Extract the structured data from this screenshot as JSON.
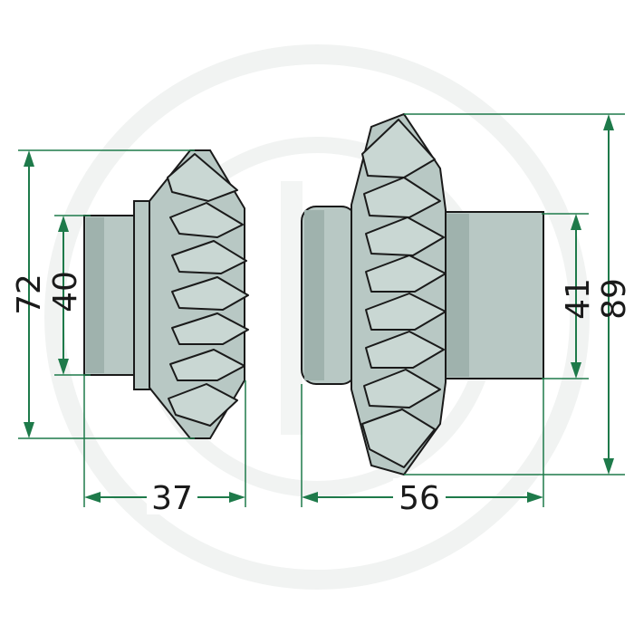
{
  "colors": {
    "dimension_line": "#1e7a4a",
    "gear_fill": "#c9d7d3",
    "gear_shadow": "#9fb2ad",
    "outline": "#1a1a1a",
    "watermark": "#f1f3f2"
  },
  "gears": [
    {
      "id": "small-bevel-gear",
      "dimensions": {
        "outer_diameter": "72",
        "hub_diameter": "40",
        "overall_length": "37"
      }
    },
    {
      "id": "large-bevel-gear",
      "dimensions": {
        "outer_diameter": "89",
        "hub_diameter": "41",
        "overall_length": "56"
      }
    }
  ]
}
